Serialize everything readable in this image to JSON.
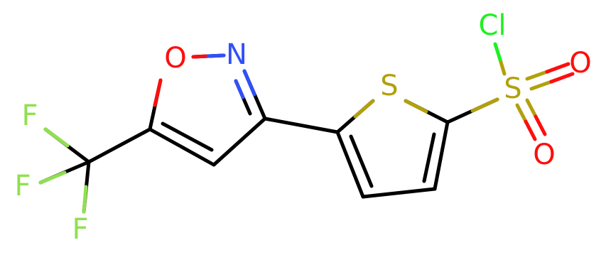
{
  "atoms": {
    "O_ring": {
      "symbol": "O",
      "color": "#ff0d0d"
    },
    "N_ring": {
      "symbol": "N",
      "color": "#3050f8"
    },
    "S_thiophene": {
      "symbol": "S",
      "color": "#b2a00d"
    },
    "S_sulfonyl": {
      "symbol": "S",
      "color": "#b2a00d"
    },
    "Cl": {
      "symbol": "Cl",
      "color": "#1ff01f"
    },
    "O_sulfonyl_1": {
      "symbol": "O",
      "color": "#ff0d0d"
    },
    "O_sulfonyl_2": {
      "symbol": "O",
      "color": "#ff0d0d"
    },
    "F1": {
      "symbol": "F",
      "color": "#90e050"
    },
    "F2": {
      "symbol": "F",
      "color": "#90e050"
    },
    "F3": {
      "symbol": "F",
      "color": "#90e050"
    }
  }
}
